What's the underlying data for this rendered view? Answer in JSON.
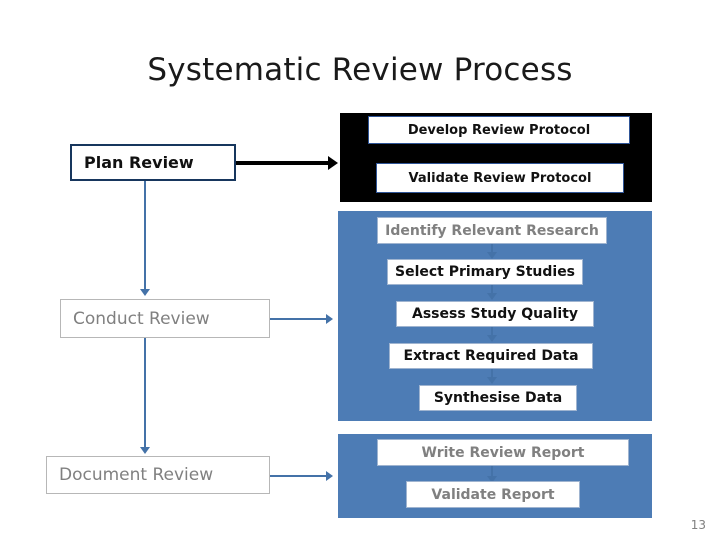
{
  "slide": {
    "title": "Systematic Review Process",
    "page_number": "13",
    "colors": {
      "band_dark": "#000000",
      "band_blue": "#4d7cb5",
      "border_navy": "#17365d",
      "connector_blue": "#4472a8",
      "muted_text": "#808080"
    }
  },
  "stages": [
    {
      "id": "plan",
      "label": "Plan Review"
    },
    {
      "id": "conduct",
      "label": "Conduct Review"
    },
    {
      "id": "document",
      "label": "Document Review"
    }
  ],
  "phases": [
    {
      "id": "plan-phase",
      "steps": [
        {
          "label": "Develop Review Protocol"
        },
        {
          "label": "Validate Review Protocol"
        }
      ]
    },
    {
      "id": "conduct-phase",
      "steps": [
        {
          "label": "Identify Relevant Research"
        },
        {
          "label": "Select Primary Studies"
        },
        {
          "label": "Assess Study Quality"
        },
        {
          "label": "Extract Required Data"
        },
        {
          "label": "Synthesise Data"
        }
      ]
    },
    {
      "id": "document-phase",
      "steps": [
        {
          "label": "Write Review Report"
        },
        {
          "label": "Validate Report"
        }
      ]
    }
  ]
}
